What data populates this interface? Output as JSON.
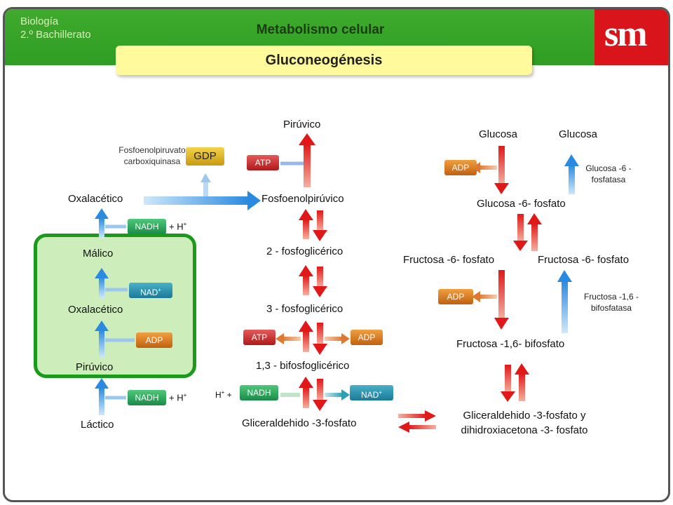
{
  "header": {
    "subject": "Biología",
    "course": "2.º Bachillerato",
    "title": "Metabolismo celular",
    "banner": "Gluconeogénesis",
    "logo": "sm"
  },
  "left": {
    "oxalacetico_top": "Oxalacético",
    "malico": "Málico",
    "oxalacetico_mid": "Oxalacético",
    "piruvico": "Pirúvico",
    "lactico": "Láctico",
    "enzyme_line1": "Fosfoenolpiruvato",
    "enzyme_line2": "carboxiquinasa",
    "gdp": "GDP",
    "nadh_top": "NADH",
    "h_top": "+ H",
    "nad_mid": "NAD",
    "adp_mid": "ADP",
    "nadh_bottom": "NADH",
    "h_bottom": "+ H"
  },
  "center": {
    "piruvico": "Pirúvico",
    "atp_top": "ATP",
    "fosfoenolpiruvico": "Fosfoenolpirúvico",
    "fosfoglicerico2": "2 - fosfoglicérico",
    "fosfoglicerico3": "3 - fosfoglicérico",
    "atp_low": "ATP",
    "adp_low": "ADP",
    "bifosfoglicerico": "1,3 - bifosfoglicérico",
    "h_plus": "H",
    "nadh": "NADH",
    "nad": "NAD",
    "gliceraldehido": "Gliceraldehido -3-fosfato"
  },
  "right": {
    "glucosa_left": "Glucosa",
    "glucosa_right": "Glucosa",
    "adp_top": "ADP",
    "glucosa6p_enzyme_line1": "Glucosa -6 -",
    "glucosa6p_enzyme_line2": "fosfatasa",
    "glucosa6p": "Glucosa -6- fosfato",
    "fructosa6p_left": "Fructosa -6- fosfato",
    "fructosa6p_right": "Fructosa -6- fosfato",
    "adp_mid": "ADP",
    "fructosa_enzyme_line1": "Fructosa -1,6 -",
    "fructosa_enzyme_line2": "bifosfatasa",
    "fructosa16": "Fructosa -1,6- bifosfato",
    "gliceraldehido_line1": "Gliceraldehido -3-fosfato y",
    "gliceraldehido_line2": "dihidroxiacetona -3- fosfato"
  },
  "colors": {
    "header_green": "#3faa2d",
    "banner_yellow": "#fffa9c",
    "logo_red": "#d9141a",
    "cycle_border": "#1a9a1a",
    "cycle_fill": "#cdeebb"
  }
}
